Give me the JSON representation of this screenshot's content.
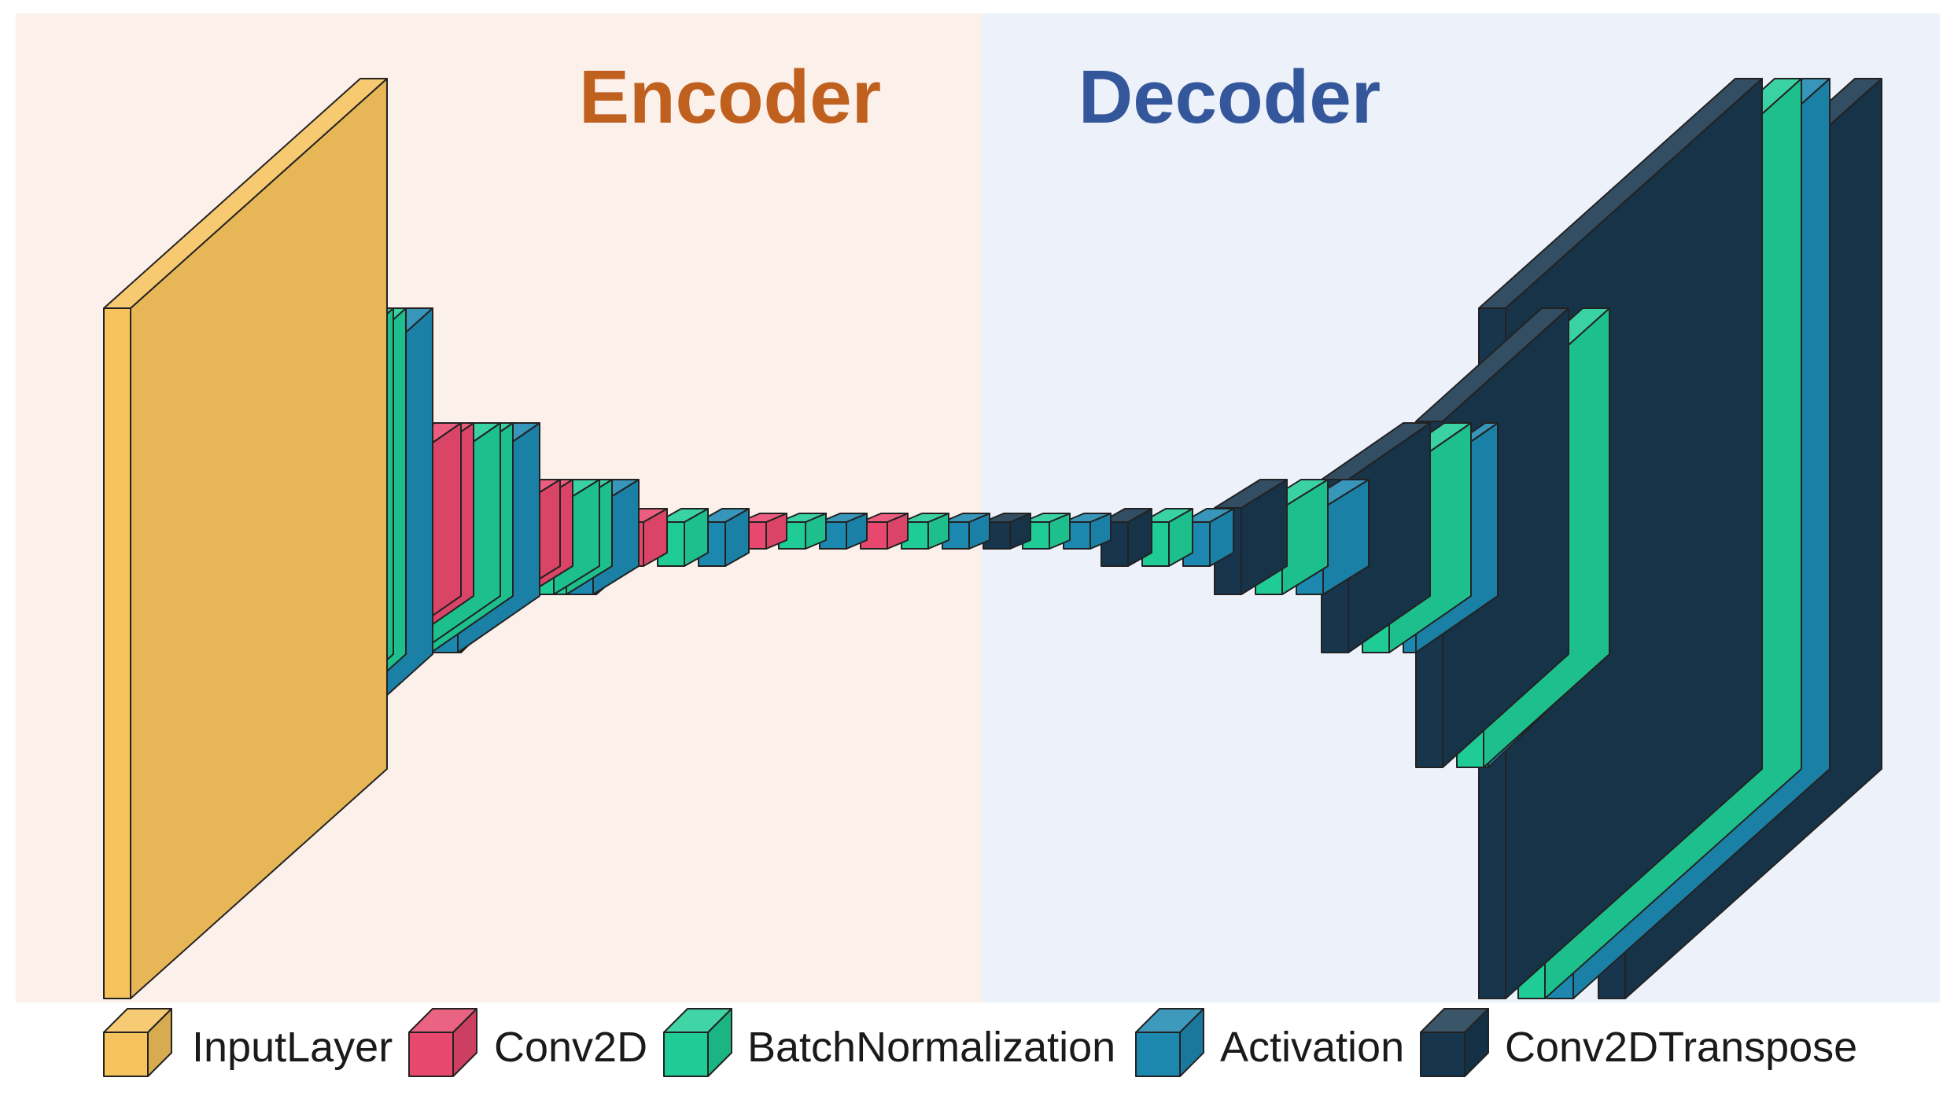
{
  "titles": {
    "encoder": "Encoder",
    "decoder": "Decoder"
  },
  "colors": {
    "encoder_bg": "#fcf0eb",
    "decoder_bg": "#edf1fa",
    "encoder_title": "#c0601e",
    "decoder_title": "#34579b",
    "InputLayer": "#f6c25c",
    "Conv2D": "#e8486d",
    "BatchNormalization": "#1fcc95",
    "Activation": "#1c88b0",
    "Conv2DTranspose": "#17364d"
  },
  "legend": [
    {
      "type": "InputLayer",
      "label": "InputLayer",
      "icon": "cube-icon"
    },
    {
      "type": "Conv2D",
      "label": "Conv2D",
      "icon": "cube-icon"
    },
    {
      "type": "BatchNormalization",
      "label": "BatchNormalization",
      "icon": "cube-icon"
    },
    {
      "type": "Activation",
      "label": "Activation",
      "icon": "cube-icon"
    },
    {
      "type": "Conv2DTranspose",
      "label": "Conv2DTranspose",
      "icon": "cube-icon"
    }
  ],
  "layers": [
    "InputLayer",
    "Conv2D",
    "Conv2D",
    "BatchNormalization",
    "BatchNormalization",
    "Activation",
    "Activation",
    "Conv2D",
    "Conv2D",
    "BatchNormalization",
    "BatchNormalization",
    "Activation",
    "Activation",
    "Conv2D",
    "Conv2D",
    "BatchNormalization",
    "BatchNormalization",
    "Activation",
    "Activation",
    "Conv2D",
    "BatchNormalization",
    "Activation",
    "Conv2D",
    "BatchNormalization",
    "Activation",
    "Conv2D",
    "BatchNormalization",
    "Activation",
    "Conv2DTranspose",
    "BatchNormalization",
    "Activation",
    "Conv2DTranspose",
    "BatchNormalization",
    "Activation",
    "Conv2DTranspose",
    "BatchNormalization",
    "Activation",
    "Conv2DTranspose",
    "BatchNormalization",
    "Activation",
    "Conv2DTranspose",
    "BatchNormalization",
    "Activation",
    "Conv2DTranspose",
    "BatchNormalization",
    "Activation",
    "Conv2DTranspose"
  ]
}
